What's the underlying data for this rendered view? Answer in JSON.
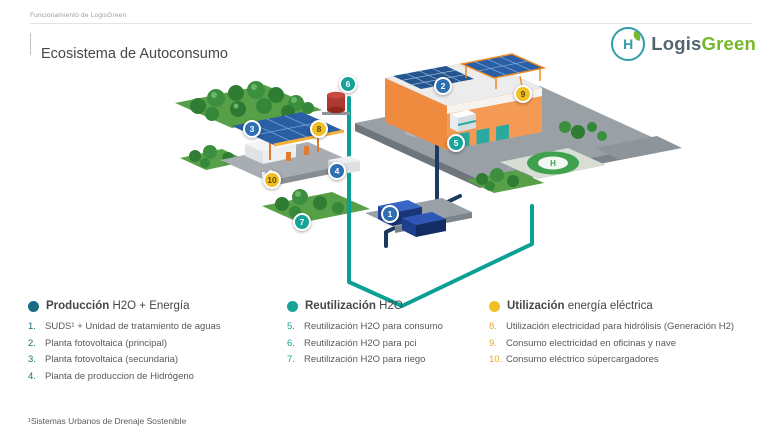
{
  "header": {
    "eyebrow": "Funcionamiento de LogisGreen",
    "title": "Ecosistema de Autoconsumo"
  },
  "logo": {
    "icon_letter": "H",
    "text_dark": "Logis",
    "text_green": "Green"
  },
  "colors": {
    "legend_blue": "#1A6B80",
    "marker_blue": "#2D6FB3",
    "teal": "#17A398",
    "yellow": "#F2C024",
    "green": "#76B82A",
    "orange": "#EF8B3F"
  },
  "diagram": {
    "helipad_label": "H",
    "markers": [
      {
        "n": "1",
        "color": "blue"
      },
      {
        "n": "2",
        "color": "blue"
      },
      {
        "n": "3",
        "color": "blue"
      },
      {
        "n": "4",
        "color": "blue"
      },
      {
        "n": "5",
        "color": "teal"
      },
      {
        "n": "6",
        "color": "teal"
      },
      {
        "n": "7",
        "color": "teal"
      },
      {
        "n": "8",
        "color": "yellow"
      },
      {
        "n": "9",
        "color": "yellow"
      },
      {
        "n": "10",
        "color": "yellow"
      }
    ]
  },
  "legend": {
    "columns": [
      {
        "title_bold": "Producción",
        "title_rest": "H2O + Energía",
        "items": [
          {
            "num": "1.",
            "text": "SUDS¹ + Unidad de tratamiento de aguas"
          },
          {
            "num": "2.",
            "text": "Planta fotovoltaica (principal)"
          },
          {
            "num": "3.",
            "text": "Planta fotovoltaica (secundaria)"
          },
          {
            "num": "4.",
            "text": "Planta de produccion de Hidrógeno"
          }
        ]
      },
      {
        "title_bold": "Reutilización",
        "title_rest": "H2O",
        "items": [
          {
            "num": "5.",
            "text": "Reutilización H2O para consumo"
          },
          {
            "num": "6.",
            "text": "Reutilización H2O para pci"
          },
          {
            "num": "7.",
            "text": "Reutilización H2O para riego"
          }
        ]
      },
      {
        "title_bold": "Utilización",
        "title_rest": "energía eléctrica",
        "items": [
          {
            "num": "8.",
            "text": "Utilización electricidad para hidrólisis (Generación H2)"
          },
          {
            "num": "9.",
            "text": "Consumo electricidad en oficinas y nave"
          },
          {
            "num": "10.",
            "text": "Consumo eléctrico súpercargadores"
          }
        ]
      }
    ]
  },
  "footnote": "¹Sistemas Urbanos de Drenaje Sostenible"
}
